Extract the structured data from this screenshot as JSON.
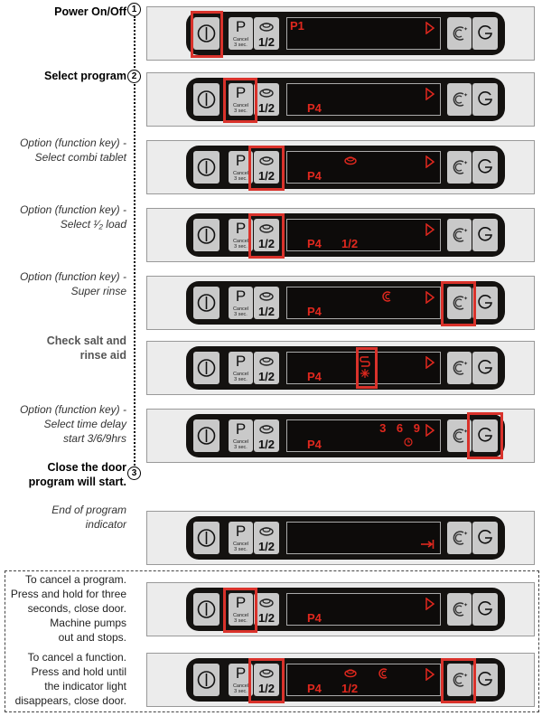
{
  "colors": {
    "accent": "#d9322b",
    "display_red": "#e0281e",
    "panel_bg": "#ececec",
    "bar": "#141210",
    "button": "#c9c9c9"
  },
  "steps": {
    "one": "1",
    "two": "2",
    "three": "3"
  },
  "close_door": {
    "lines": [
      "Close the door",
      "program will start."
    ]
  },
  "buttons": {
    "p": "P",
    "cancel": "Cancel",
    "sec": "3 sec.",
    "half": "1/2"
  },
  "rows": [
    {
      "lines": [
        "Power On/Off"
      ],
      "style": "bold",
      "highlight": [
        "power"
      ],
      "display": [
        {
          "type": "p1",
          "text": "P1"
        },
        {
          "type": "tri"
        }
      ]
    },
    {
      "lines": [
        "Select program"
      ],
      "style": "bold",
      "highlight": [
        "p"
      ],
      "display": [
        {
          "type": "p4",
          "text": "P4"
        },
        {
          "type": "tri"
        }
      ]
    },
    {
      "lines": [
        "Option (function key) -",
        "Select combi tablet"
      ],
      "style": "italic",
      "highlight": [
        "tab"
      ],
      "display": [
        {
          "type": "tab"
        },
        {
          "type": "p4",
          "text": "P4"
        },
        {
          "type": "tri"
        }
      ]
    },
    {
      "lines": [
        "Option (function key) -",
        "Select ¹⁄₂ load"
      ],
      "style": "italic",
      "highlight": [
        "tab"
      ],
      "display": [
        {
          "type": "p4",
          "text": "P4"
        },
        {
          "type": "half",
          "text": "1/2"
        },
        {
          "type": "tri"
        }
      ]
    },
    {
      "lines": [
        "Option (function key) -",
        "Super rinse"
      ],
      "style": "italic",
      "highlight": [
        "rinse"
      ],
      "display": [
        {
          "type": "rinse"
        },
        {
          "type": "p4",
          "text": "P4"
        },
        {
          "type": "tri"
        }
      ]
    },
    {
      "lines": [
        "Check salt and",
        "rinse aid"
      ],
      "style": "graybold",
      "highlight": [
        "salt"
      ],
      "display": [
        {
          "type": "p4",
          "text": "P4"
        },
        {
          "type": "salt"
        },
        {
          "type": "tri"
        }
      ]
    },
    {
      "lines": [
        "Option (function key) -",
        "Select time delay",
        "start 3/6/9hrs"
      ],
      "style": "italic",
      "highlight": [
        "timer"
      ],
      "display": [
        {
          "type": "p4",
          "text": "P4"
        },
        {
          "type": "369",
          "text": "3 6 9"
        },
        {
          "type": "clock"
        },
        {
          "type": "tri"
        }
      ]
    },
    {
      "lines": [
        "End of program",
        "indicator"
      ],
      "style": "italic",
      "highlight": [],
      "display": [
        {
          "type": "end"
        }
      ]
    },
    {
      "lines": [
        "To cancel a program.",
        "Press and hold for three",
        "seconds, close door.",
        "Machine pumps",
        "out and stops."
      ],
      "style": "plain",
      "highlight": [
        "p"
      ],
      "display": [
        {
          "type": "p4",
          "text": "P4"
        },
        {
          "type": "tri"
        }
      ]
    },
    {
      "lines": [
        "To cancel a function.",
        "Press and hold until",
        "the indicator light",
        "disappears, close door."
      ],
      "style": "plain",
      "highlight": [
        "tab",
        "rinse"
      ],
      "display": [
        {
          "type": "p4",
          "text": "P4"
        },
        {
          "type": "half",
          "text": "1/2"
        },
        {
          "type": "tab"
        },
        {
          "type": "rinse"
        },
        {
          "type": "tri"
        }
      ]
    }
  ]
}
